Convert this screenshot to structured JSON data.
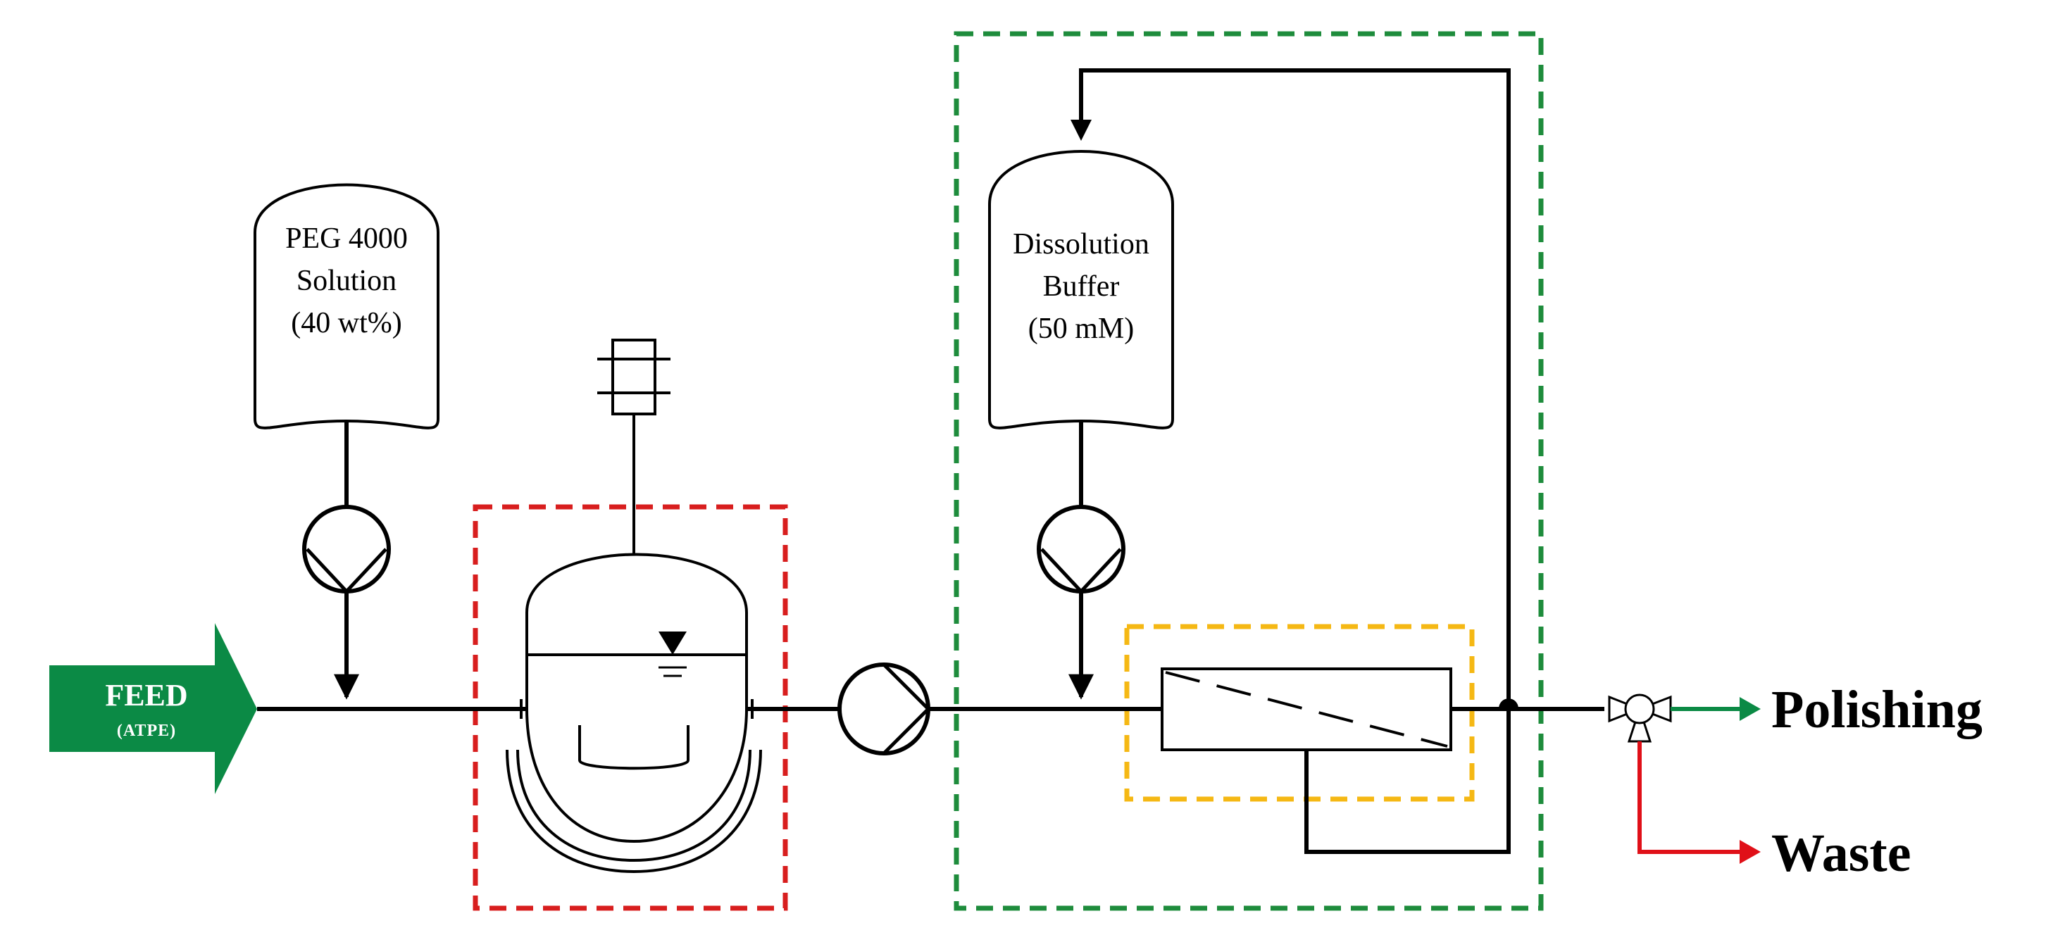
{
  "feed": {
    "title": "FEED",
    "subtitle": "(ATPE)"
  },
  "peg_tank": {
    "lines": [
      "PEG 4000",
      "Solution",
      "(40 wt%)"
    ]
  },
  "buffer_tank": {
    "lines": [
      "Dissolution",
      "Buffer",
      "(50 mM)"
    ]
  },
  "outputs": {
    "polishing": "Polishing",
    "waste": "Waste"
  },
  "colors": {
    "feed_green": "#0b8a45",
    "polishing_green": "#0b8a45",
    "waste_red": "#e01018",
    "box_red": "#d81e1e",
    "box_green": "#1e8c3c",
    "box_yellow": "#f5b814",
    "line": "#000000"
  }
}
